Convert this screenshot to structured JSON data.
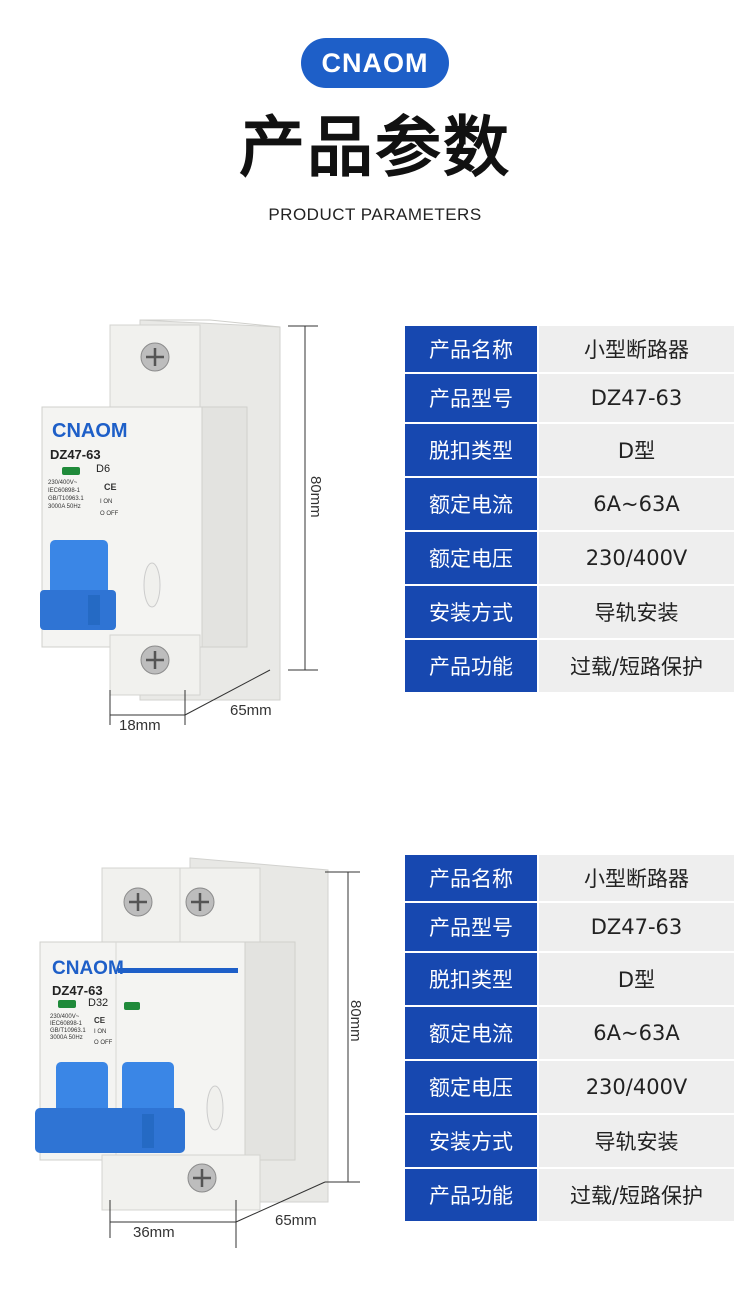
{
  "header": {
    "brand": "CNAOM",
    "title_cn": "产品参数",
    "title_en": "PRODUCT PARAMETERS"
  },
  "products": [
    {
      "device": {
        "brand": "CNAOM",
        "model": "DZ47-63",
        "rating": "D6",
        "spec_lines": [
          "230/400V~",
          "IEC60898-1",
          "GB/T10963.1",
          "3000A 50Hz"
        ],
        "on_label": "I ON",
        "off_label": "O OFF",
        "cert": "CE"
      },
      "dimensions": {
        "height": "80mm",
        "width": "18mm",
        "depth": "65mm"
      },
      "specs": [
        {
          "key": "产品名称",
          "value": "小型断路器"
        },
        {
          "key": "产品型号",
          "value": "DZ47-63"
        },
        {
          "key": "脱扣类型",
          "value": "D型"
        },
        {
          "key": "额定电流",
          "value": "6A~63A"
        },
        {
          "key": "额定电压",
          "value": "230/400V"
        },
        {
          "key": "安装方式",
          "value": "导轨安装"
        },
        {
          "key": "产品功能",
          "value": "过载/短路保护"
        }
      ]
    },
    {
      "device": {
        "brand": "CNAOM",
        "model": "DZ47-63",
        "rating": "D32",
        "spec_lines": [
          "230/400V~",
          "IEC60898-1",
          "GB/T10963.1",
          "3000A 50Hz"
        ],
        "on_label": "I ON",
        "off_label": "O OFF",
        "cert": "CE"
      },
      "dimensions": {
        "height": "80mm",
        "width": "36mm",
        "depth": "65mm"
      },
      "specs": [
        {
          "key": "产品名称",
          "value": "小型断路器"
        },
        {
          "key": "产品型号",
          "value": "DZ47-63"
        },
        {
          "key": "脱扣类型",
          "value": "D型"
        },
        {
          "key": "额定电流",
          "value": "6A~63A"
        },
        {
          "key": "额定电压",
          "value": "230/400V"
        },
        {
          "key": "安装方式",
          "value": "导轨安装"
        },
        {
          "key": "产品功能",
          "value": "过载/短路保护"
        }
      ]
    }
  ],
  "colors": {
    "brand_blue": "#1e5fc8",
    "table_key_bg": "#1748b0",
    "table_val_bg": "#eeeeee",
    "toggle_blue": "#3a86e6"
  }
}
